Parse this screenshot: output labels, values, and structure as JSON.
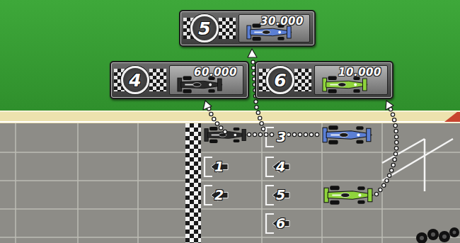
{
  "diagram": {
    "nodes": [
      {
        "text": [
          "5",
          "30.000"
        ]
      },
      {
        "text": [
          "4",
          "60.000"
        ]
      },
      {
        "text": [
          "6",
          "10.000"
        ]
      }
    ],
    "labels": [
      "3",
      "1",
      "4",
      "2",
      "5",
      "6"
    ]
  }
}
